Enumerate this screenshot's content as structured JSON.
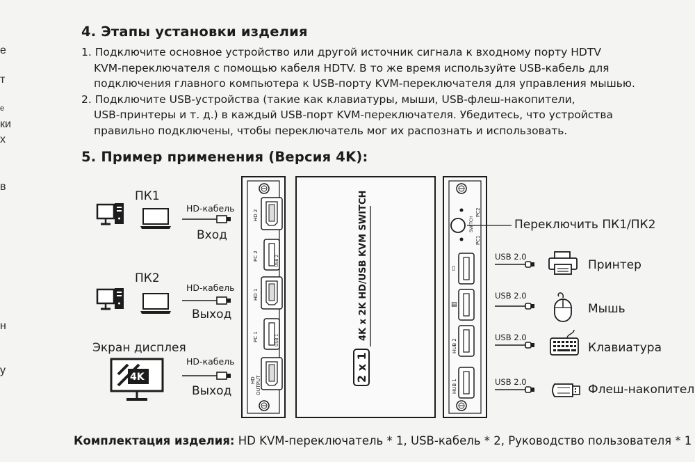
{
  "left_edge": [
    "е",
    "т",
    "е",
    "ки",
    "х",
    "в",
    "н",
    "у"
  ],
  "section4": {
    "title": "4. Этапы установки изделия",
    "steps": [
      [
        "1. Подключите основное устройство или другой источник сигнала к входному порту HDTV",
        "KVM-переключателя с помощью кабеля HDTV. В то же время используйте USB-кабель для",
        "подключения главного компьютера к USB-порту KVM-переключателя для управления мышью."
      ],
      [
        "2. Подключите USB-устройства (такие как клавиатуры, мыши, USB-флеш-накопители,",
        "USB-принтеры и т. д.) в каждый USB-порт KVM-переключателя. Убедитесь, что устройства",
        "правильно подключены, чтобы переключатель мог их распознать и использовать."
      ]
    ]
  },
  "section5": {
    "title": "5. Пример применения (Версия 4K):"
  },
  "diagram": {
    "left": {
      "pc1_label": "ПК1",
      "pc2_label": "ПК2",
      "display_label": "Экран дисплея",
      "cable_label": "HD-кабель",
      "input_label": "Вход",
      "output_label": "Выход",
      "display_badge": "4K"
    },
    "device": {
      "name": "4K x 2K HD/USB KVM SWITCH",
      "badge": "2 x 1",
      "back_ports": [
        "HD 2",
        "PC 2",
        "USB 2",
        "HD 1",
        "PC 1",
        "USB 1",
        "HD",
        "OUTPUT"
      ],
      "front_labels": [
        "PC2",
        "SWITCH",
        "PC1",
        "HUB 2",
        "HUB 1"
      ]
    },
    "right": {
      "switch_label": "Переключить ПК1/ПК2",
      "usb_label": "USB 2.0",
      "printer_label": "Принтер",
      "mouse_label": "Мышь",
      "keyboard_label": "Клавиатура",
      "flash_label": "Флеш-накопитель"
    }
  },
  "footer": {
    "bold": "Комплектация изделия:",
    "text": " HD KVM-переключатель * 1, USB-кабель * 2, Руководство пользователя * 1"
  }
}
